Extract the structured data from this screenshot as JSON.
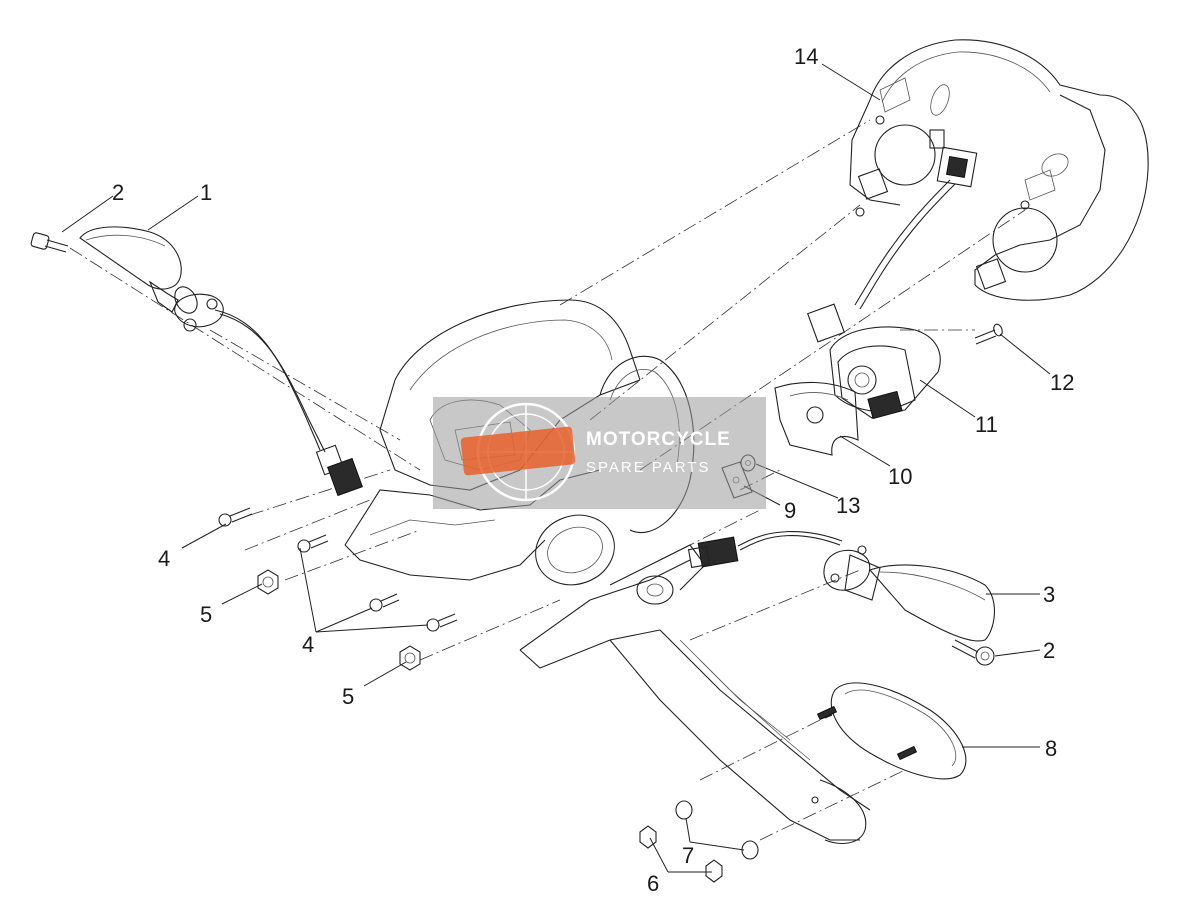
{
  "watermark": {
    "line1": "MOTORCYCLE",
    "line2": "SPARE PARTS",
    "logo": "logo-badge"
  },
  "labels": {
    "p1": "1",
    "p2a": "2",
    "p2b": "2",
    "p3": "3",
    "p4a": "4",
    "p4b": "4",
    "p5a": "5",
    "p5b": "5",
    "p6": "6",
    "p7": "7",
    "p8": "8",
    "p9": "9",
    "p10": "10",
    "p11": "11",
    "p12": "12",
    "p13": "13",
    "p14": "14"
  },
  "colors": {
    "line": "#222222",
    "watermark_box": "#9a9a9a",
    "watermark_logo": "#e8602c"
  }
}
